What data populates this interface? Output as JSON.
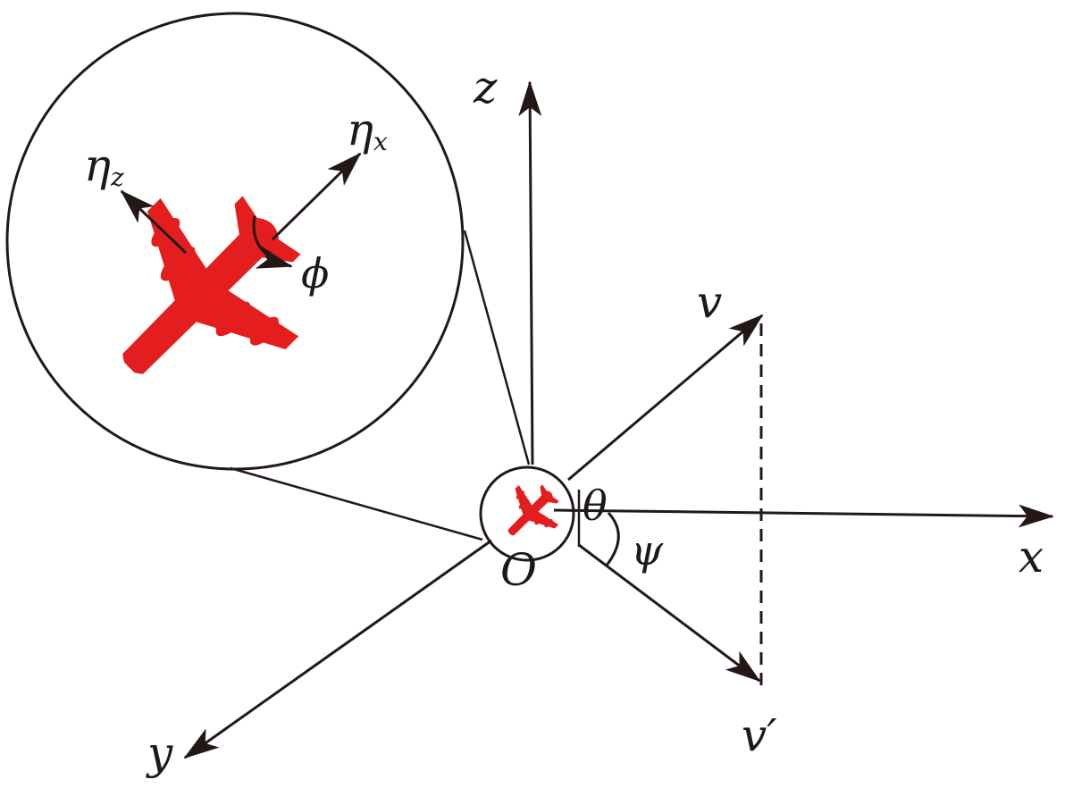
{
  "labels": {
    "z": "z",
    "x": "x",
    "y": "y",
    "v": "v",
    "v_prime": "v′",
    "origin": "O",
    "theta": "θ",
    "psi": "ψ",
    "phi": "ϕ",
    "eta_x_main": "η",
    "eta_x_sub": "x",
    "eta_z_main": "η",
    "eta_z_sub": "z"
  },
  "colors": {
    "aircraft": "#e41e1e",
    "lines": "#231815"
  },
  "icons": {
    "aircraft_large": "aircraft-icon",
    "aircraft_small": "aircraft-icon"
  }
}
